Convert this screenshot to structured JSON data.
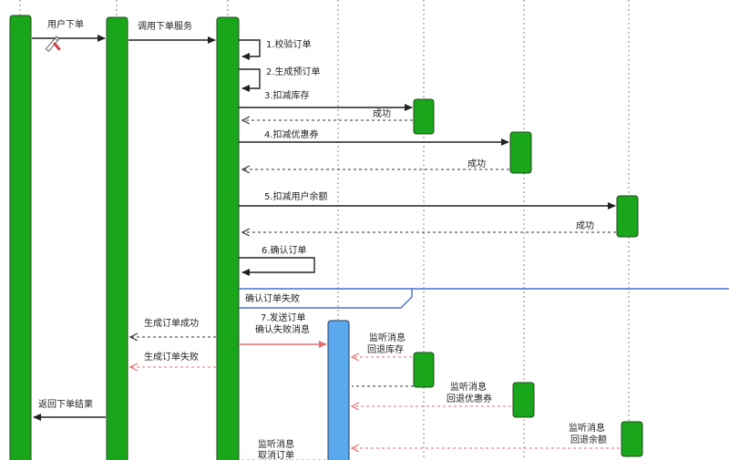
{
  "colors": {
    "activation_green": "#1aa61a",
    "activation_blue": "#5aa9ee",
    "activation_stroke": "#1e4a1e",
    "message_black": "#222222",
    "message_red": "#e46f6f",
    "fragment_blue": "#4a6fd1",
    "lifeline": "#8a8a8a"
  },
  "messages": {
    "user_order": "用户下单",
    "call_order_service": "调用下单服务",
    "step1_validate": "1.校验订单",
    "step2_pre_order": "2.生成预订单",
    "step3_deduct_stock": "3.扣减库存",
    "step3_success": "成功",
    "step4_deduct_coupon": "4.扣减优惠券",
    "step4_success": "成功",
    "step5_deduct_balance": "5.扣减用户余额",
    "step5_success": "成功",
    "step6_confirm": "6.确认订单",
    "fragment_confirm_failed": "确认订单失败",
    "step7_send_line1": "7.发送订单",
    "step7_send_line2": "确认失败消息",
    "order_created_success": "生成订单成功",
    "order_created_failed": "生成订单失败",
    "return_order_result": "返回下单结果",
    "listen_stock_line1": "监听消息",
    "listen_stock_line2": "回退库存",
    "listen_coupon_line1": "监听消息",
    "listen_coupon_line2": "回退优惠券",
    "listen_balance_line1": "监听消息",
    "listen_balance_line2": "回退余额",
    "listen_cancel_line1": "监听消息",
    "listen_cancel_line2": "取消订单"
  }
}
